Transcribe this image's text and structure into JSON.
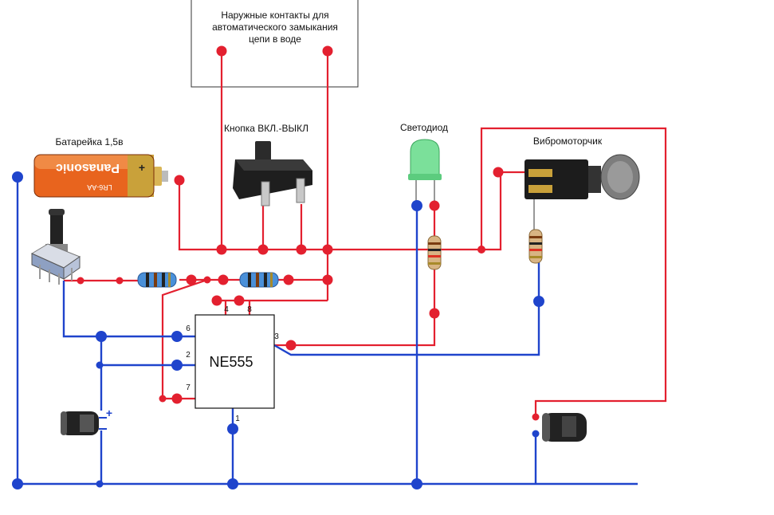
{
  "labels": {
    "contacts_line1": "Наружные контакты для",
    "contacts_line2": "автоматического замыкания",
    "contacts_line3": "цепи в воде",
    "battery": "Батарейка 1,5в",
    "switch": "Кнопка ВКЛ.-ВЫКЛ",
    "led": "Светодиод",
    "motor": "Вибромоторчик",
    "chip": "NE555"
  },
  "battery": {
    "brand": "Panasonic",
    "type": "LR6-AA",
    "plus": "+"
  },
  "pins": {
    "p4": "4",
    "p8": "8",
    "p6": "6",
    "p2": "2",
    "p7": "7",
    "p3": "3",
    "p1": "1"
  },
  "capacitor": {
    "polarity": "+"
  },
  "colors": {
    "positive_wire": "#e3202f",
    "negative_wire": "#1f44cc"
  }
}
